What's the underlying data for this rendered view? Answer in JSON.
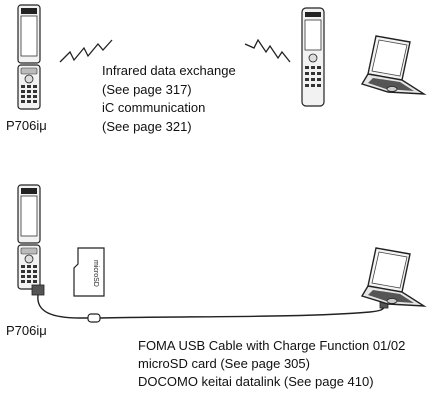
{
  "top": {
    "phone_label": "P706iμ",
    "caption_lines": [
      "Infrared data exchange",
      "(See page 317)",
      "iC communication",
      "(See page 321)"
    ]
  },
  "bottom": {
    "phone_label": "P706iμ",
    "caption_lines": [
      "FOMA USB Cable with Charge Function 01/02",
      "microSD card (See page 305)",
      "DOCOMO keitai datalink (See page 410)"
    ]
  },
  "icons": [
    "phone-open-icon",
    "phone-closed-icon",
    "laptop-icon",
    "microsd-card-icon",
    "usb-cable-icon",
    "infrared-signal-icon"
  ]
}
